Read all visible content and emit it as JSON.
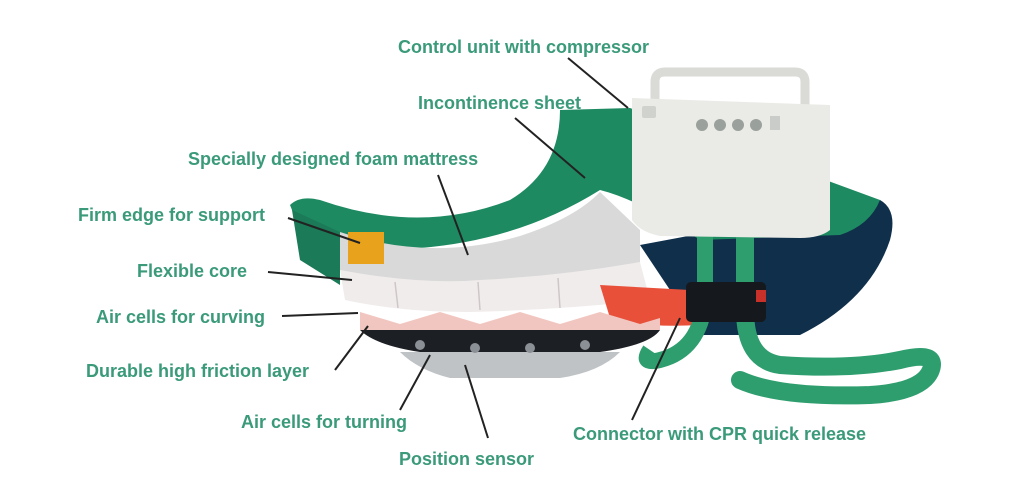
{
  "colors": {
    "label": "#3a9a7a",
    "mattress_green": "#1e8a62",
    "mattress_dark": "#0f2f4a",
    "foam": "#d9d9d9",
    "core": "#f1ecec",
    "firm_edge": "#e8a21c",
    "air_cells_curving": "#e8503a",
    "control_unit": "#eaebe6",
    "hose": "#2f9e6e"
  },
  "icons": [
    "control-unit-icon",
    "hose-icon",
    "mattress-icon"
  ],
  "labels": {
    "control_unit": "Control unit with compressor",
    "incontinence_sheet": "Incontinence sheet",
    "foam_mattress": "Specially designed foam mattress",
    "firm_edge": "Firm edge for support",
    "flexible_core": "Flexible core",
    "air_cells_curving": "Air cells for curving",
    "friction_layer": "Durable high friction layer",
    "air_cells_turning": "Air cells for turning",
    "position_sensor": "Position sensor",
    "connector": "Connector with CPR quick release"
  }
}
